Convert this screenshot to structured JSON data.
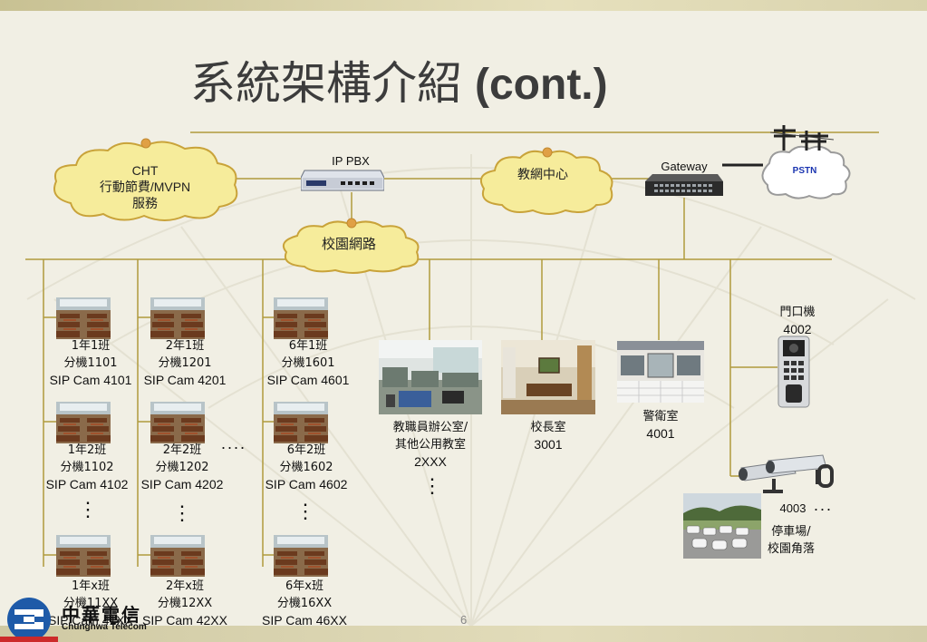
{
  "slide": {
    "title_cn": "系統架構介紹",
    "title_en": "(cont.)",
    "page_number": "6"
  },
  "clouds": {
    "cht": [
      "CHT",
      "行動節費/MVPN",
      "服務"
    ],
    "edu_center": "教網中心",
    "campus": "校園網路",
    "pstn": "PSTN"
  },
  "devices": {
    "ip_pbx": "IP PBX",
    "gateway": "Gateway"
  },
  "classrooms": {
    "col1": [
      [
        "1年1班",
        "分機1101",
        "SIP Cam 4101"
      ],
      [
        "1年2班",
        "分機1102",
        "SIP Cam 4102"
      ],
      [
        "1年x班",
        "分機11XX",
        "SIP Cam 41XX"
      ]
    ],
    "col2": [
      [
        "2年1班",
        "分機1201",
        "SIP Cam 4201"
      ],
      [
        "2年2班",
        "分機1202",
        "SIP Cam 4202"
      ],
      [
        "2年x班",
        "分機12XX",
        "SIP Cam 42XX"
      ]
    ],
    "col3": [
      [
        "6年1班",
        "分機1601",
        "SIP Cam 4601"
      ],
      [
        "6年2班",
        "分機1602",
        "SIP Cam 4602"
      ],
      [
        "6年x班",
        "分機16XX",
        "SIP Cam 46XX"
      ]
    ]
  },
  "offices": {
    "staff": [
      "教職員辦公室/",
      "其他公用教室",
      "2XXX"
    ],
    "principal": [
      "校長室",
      "3001"
    ],
    "guard": [
      "警衛室",
      "4001"
    ],
    "door": [
      "門口機",
      "4002"
    ],
    "camera": "4003",
    "parking": [
      "停車場/",
      "校園角落"
    ]
  },
  "ellipsis": {
    "h": "....",
    "h3": "...",
    "v": "⋮"
  },
  "logo": {
    "cn": "中華電信",
    "en": "Chunghwa Telecom"
  }
}
